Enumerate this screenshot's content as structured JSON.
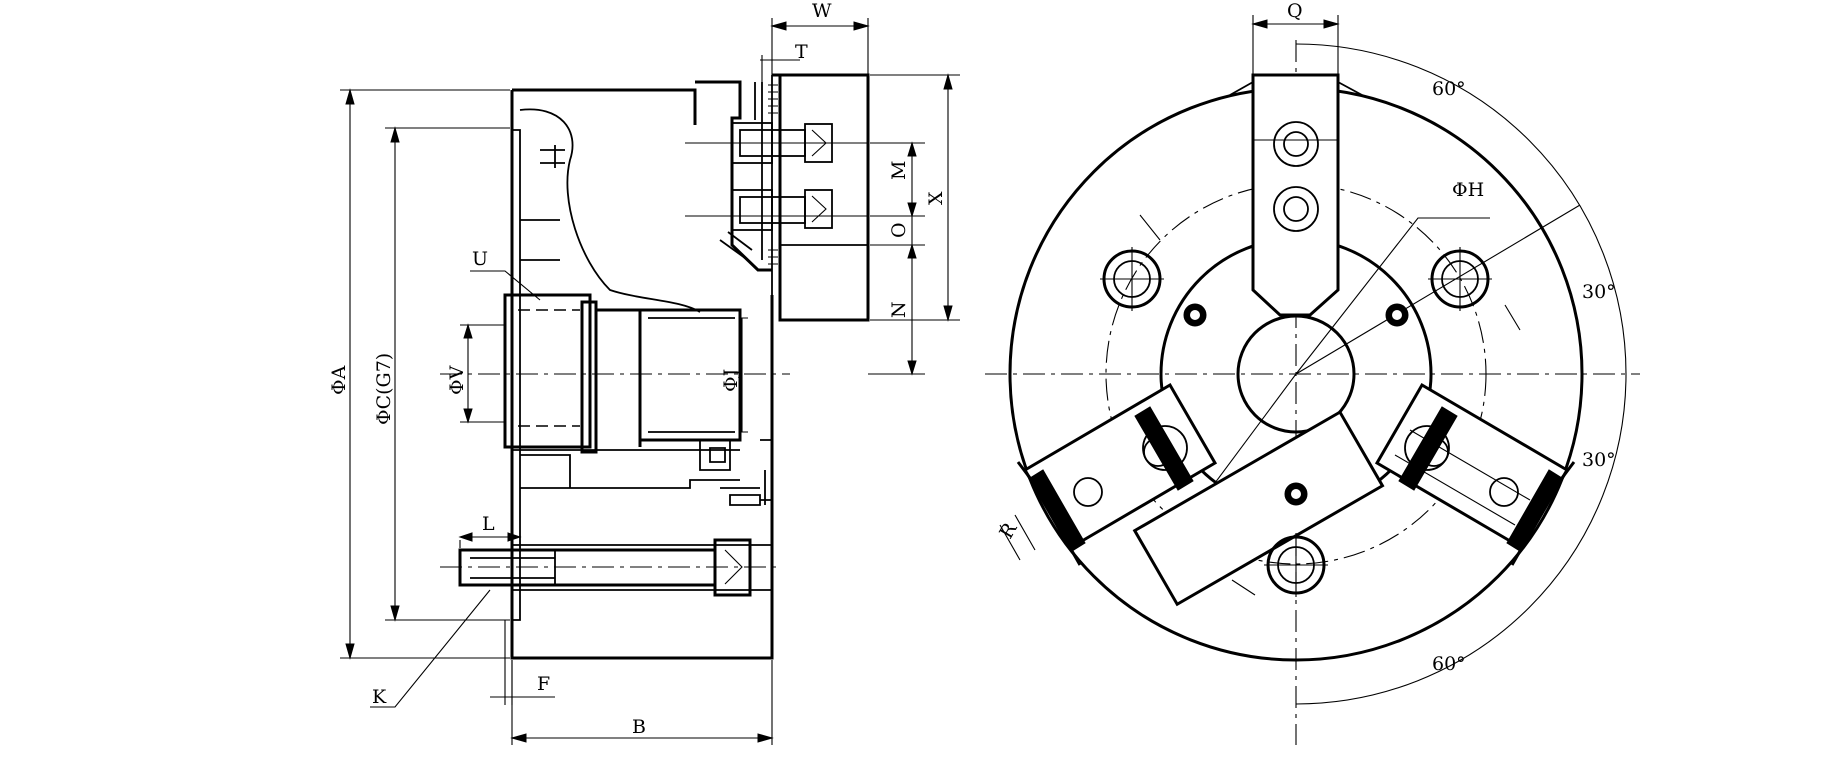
{
  "drawing": {
    "labels": {
      "W": "W",
      "T": "T",
      "M": "M",
      "X": "X",
      "O": "O",
      "N": "N",
      "U": "U",
      "phiA": "ΦA",
      "phiC": "ΦC(G7)",
      "phiV": "ΦV",
      "phiJ": "ΦJ",
      "L": "L",
      "K": "K",
      "F": "F",
      "B": "B",
      "Q": "Q",
      "phiH": "ΦH",
      "R": "R",
      "ang60a": "60°",
      "ang30a": "30°",
      "ang30b": "30°",
      "ang60b": "60°"
    }
  }
}
